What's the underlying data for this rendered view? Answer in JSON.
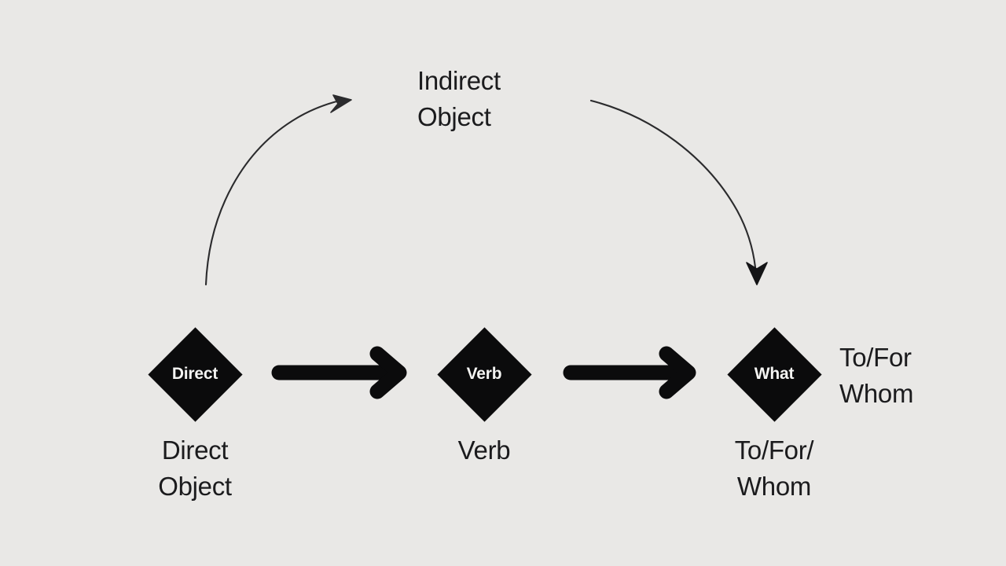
{
  "canvas": {
    "background_color": "#e9e8e6",
    "ink_color": "#1b1b1d",
    "node_fill_color": "#0b0b0c",
    "node_text_color": "#f4f4f2"
  },
  "heading": {
    "line1": "Indirect",
    "line2": "Object"
  },
  "nodes": [
    {
      "id": "direct",
      "label": "Direct",
      "caption_line1": "Direct",
      "caption_line2": "Object"
    },
    {
      "id": "verb",
      "label": "Verb",
      "caption_line1": "Verb",
      "caption_line2": ""
    },
    {
      "id": "what",
      "label": "What",
      "caption_line1": "To/For/",
      "caption_line2": "Whom"
    }
  ],
  "side_label": {
    "line1": "To/For",
    "line2": "Whom"
  },
  "connectors": {
    "straight_arrow_1": "arrow-right-icon",
    "straight_arrow_2": "arrow-right-icon",
    "curve_left": "curved-arrow-up-right-icon",
    "curve_right": "curved-arrow-down-icon"
  }
}
